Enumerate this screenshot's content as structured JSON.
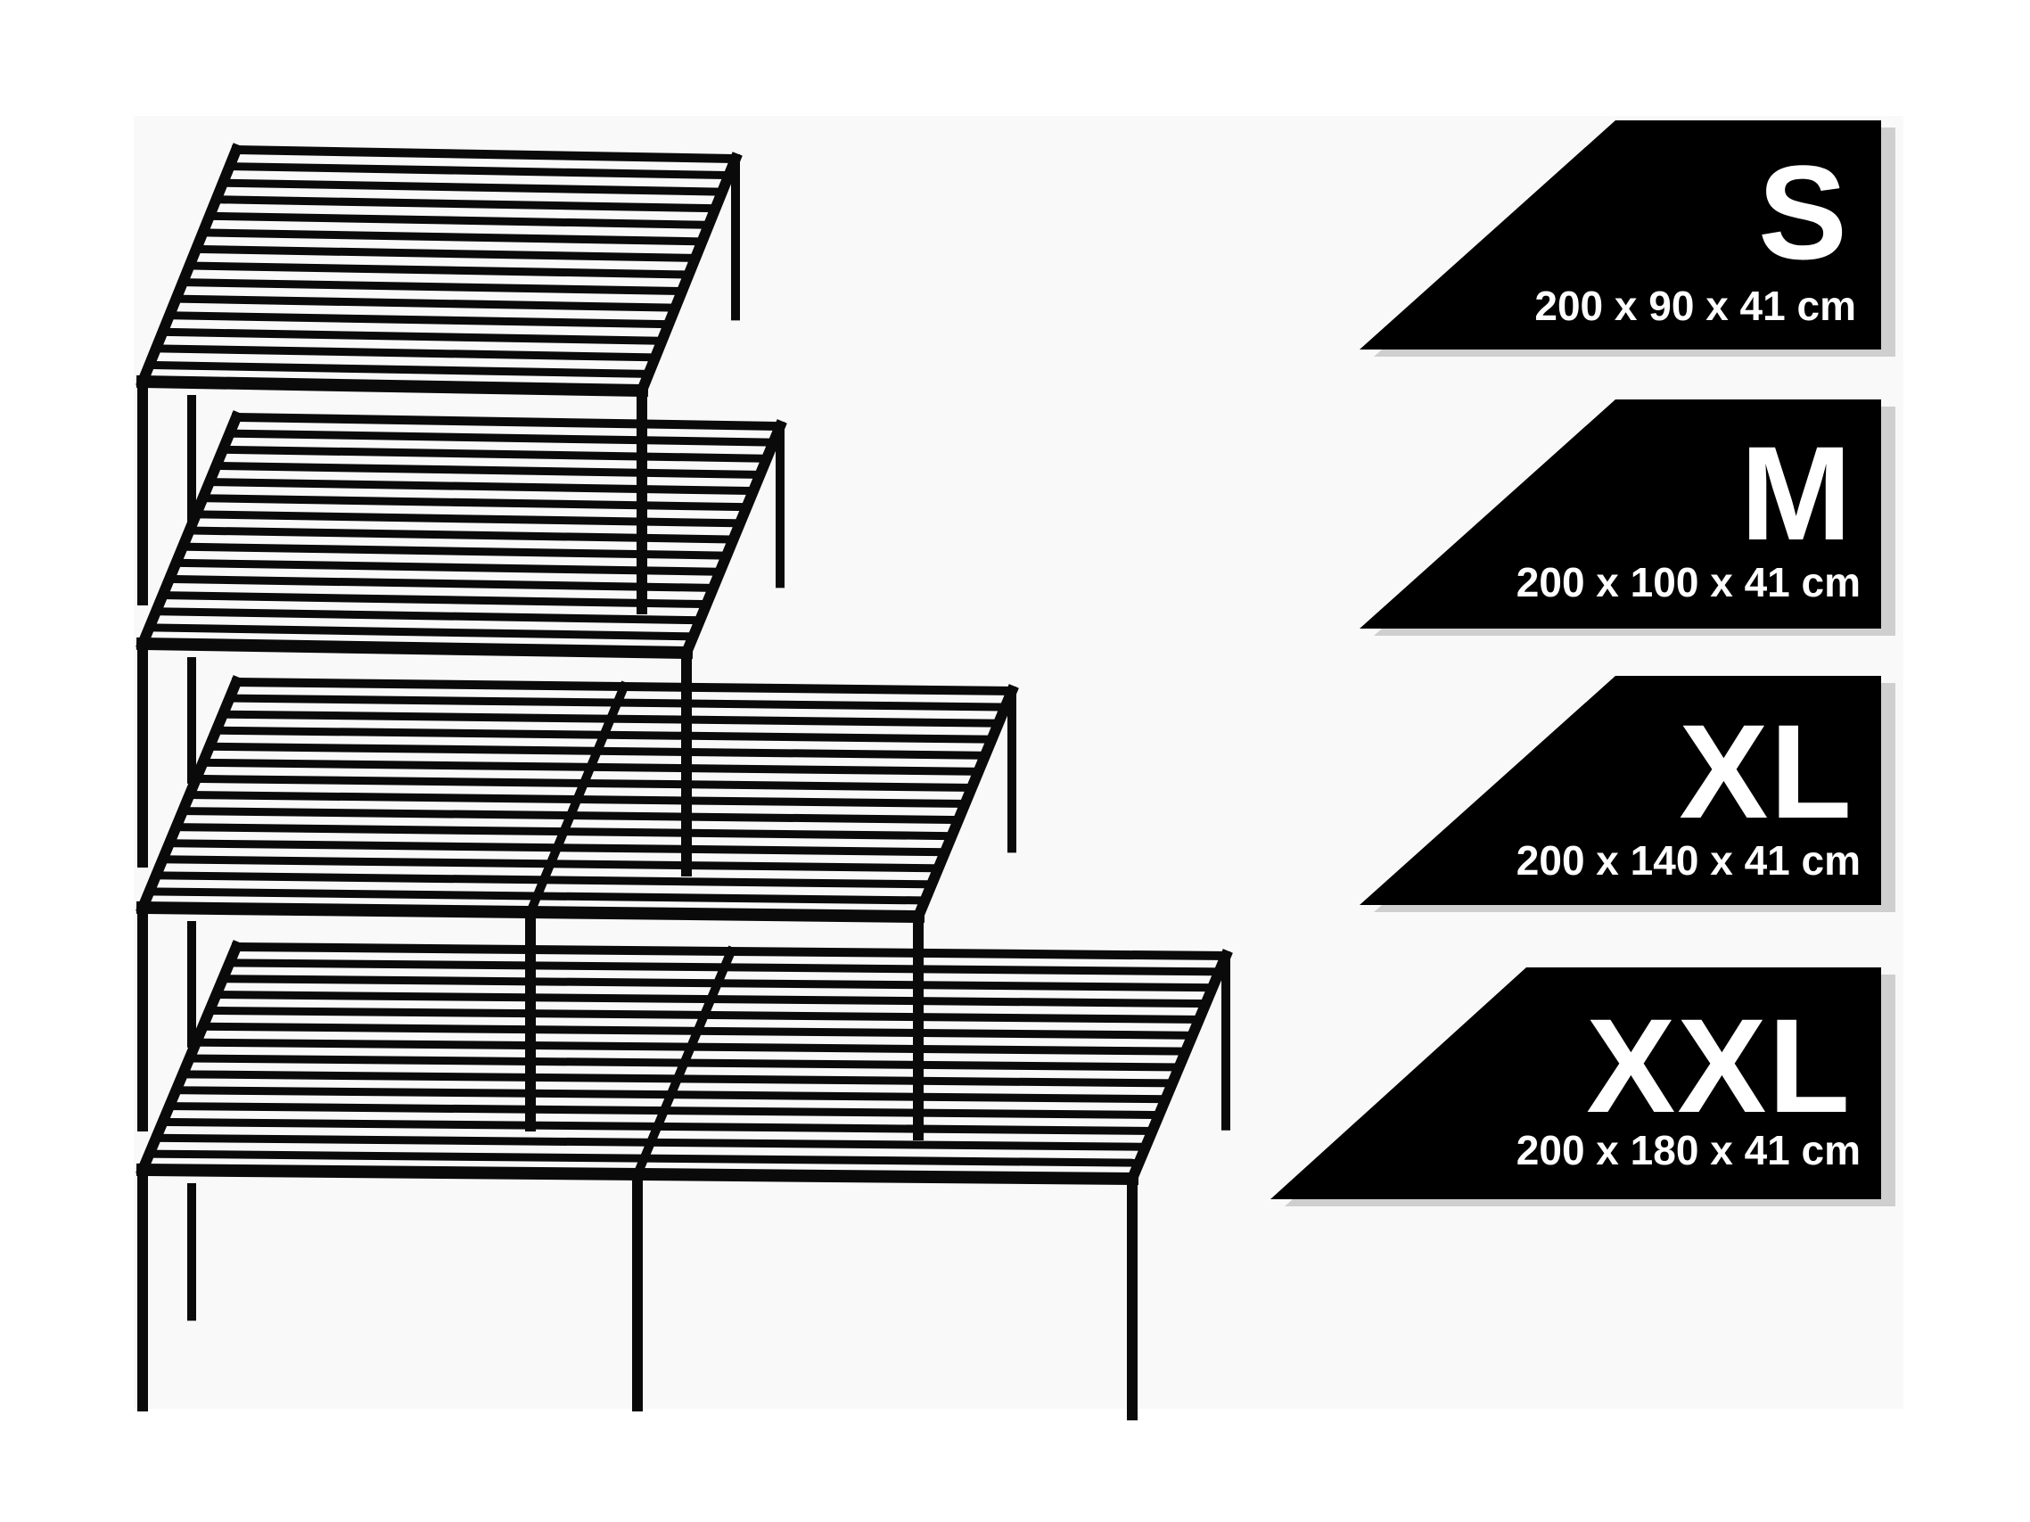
{
  "colors": {
    "background": "#ffffff",
    "frame": "#0a0a0a",
    "badge": "#000000",
    "badge_text": "#ffffff"
  },
  "sizes": [
    {
      "label": "S",
      "dimensions": "200 x 90 x 41 cm"
    },
    {
      "label": "M",
      "dimensions": "200 x 100 x 41 cm"
    },
    {
      "label": "XL",
      "dimensions": "200 x 140 x 41 cm"
    },
    {
      "label": "XXL",
      "dimensions": "200 x 180 x 41 cm"
    }
  ]
}
